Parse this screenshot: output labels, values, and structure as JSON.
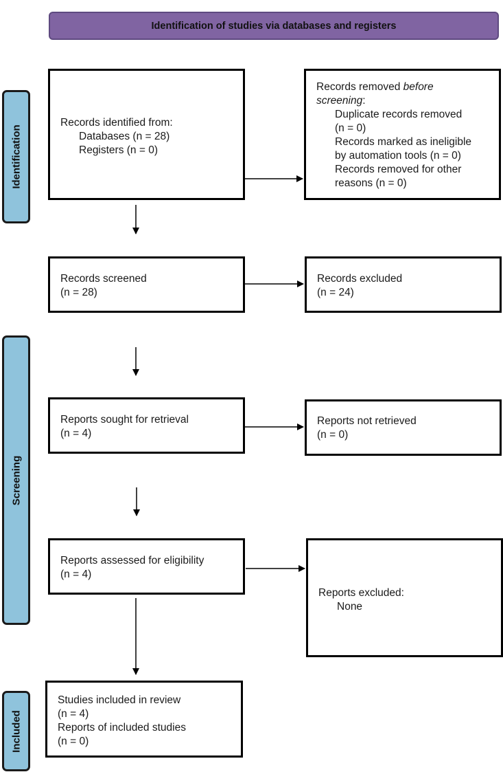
{
  "header": {
    "title": "Identification of studies via databases and registers"
  },
  "stages": {
    "identification": "Identification",
    "screening": "Screening",
    "included": "Included"
  },
  "boxes": {
    "records_identified": {
      "line1": "Records identified from:",
      "line2": "Databases (n = 28)",
      "line3": "Registers (n = 0)"
    },
    "records_removed": {
      "line1_prefix": "Records removed ",
      "line1_em": "before",
      "line2_em": "screening",
      "line2_suffix": ":",
      "line3": "Duplicate records removed",
      "line4": "(n = 0)",
      "line5": "Records marked as ineligible",
      "line6": "by automation tools (n = 0)",
      "line7": "Records removed for other",
      "line8": "reasons (n = 0)"
    },
    "records_screened": {
      "line1": "Records screened",
      "line2": "(n = 28)"
    },
    "records_excluded": {
      "line1": "Records excluded",
      "line2": "(n = 24)"
    },
    "reports_sought": {
      "line1": "Reports sought for retrieval",
      "line2": "(n = 4)"
    },
    "reports_not_retrieved": {
      "line1": "Reports not retrieved",
      "line2": "(n = 0)"
    },
    "reports_assessed": {
      "line1": "Reports assessed for eligibility",
      "line2": "(n = 4)"
    },
    "reports_excluded": {
      "line1": "Reports excluded:",
      "line2": "None"
    },
    "studies_included": {
      "line1": "Studies included in review",
      "line2": "(n = 4)",
      "line3": "Reports of included studies",
      "line4": "(n = 0)"
    }
  },
  "colors": {
    "header_fill": "#8064a2",
    "stage_fill": "#8fc3dc",
    "border": "#000000"
  }
}
